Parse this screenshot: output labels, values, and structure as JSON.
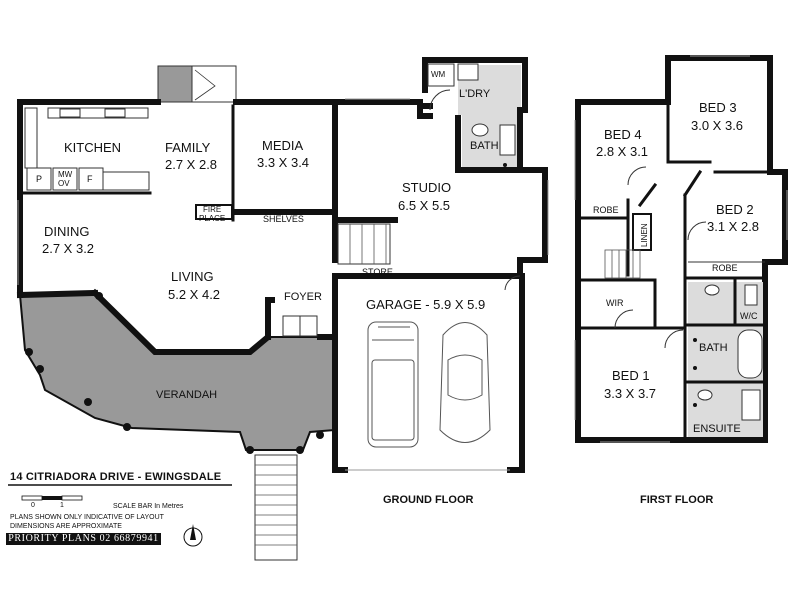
{
  "ground_floor": {
    "title": "GROUND FLOOR",
    "rooms": {
      "kitchen": "KITCHEN",
      "family": {
        "name": "FAMILY",
        "dims": "2.7 X 2.8"
      },
      "media": {
        "name": "MEDIA",
        "dims": "3.3 X 3.4"
      },
      "studio": {
        "name": "STUDIO",
        "dims": "6.5 X 5.5"
      },
      "dining": {
        "name": "DINING",
        "dims": "2.7 X 3.2"
      },
      "living": {
        "name": "LIVING",
        "dims": "5.2 X 4.2"
      },
      "garage": "GARAGE - 5.9 X 5.9",
      "verandah": "VERANDAH",
      "laundry": "L'DRY",
      "bath": "BATH",
      "foyer": "FOYER",
      "store": "STORE",
      "shelves": "SHELVES",
      "fireplace_line1": "FIRE",
      "fireplace_line2": "PLACE",
      "wm": "WM",
      "pantry": "P",
      "microwave_line1": "MW",
      "microwave_line2": "OV",
      "fridge": "F"
    }
  },
  "first_floor": {
    "title": "FIRST FLOOR",
    "rooms": {
      "bed4": {
        "name": "BED 4",
        "dims": "2.8 X 3.1"
      },
      "bed3": {
        "name": "BED 3",
        "dims": "3.0 X 3.6"
      },
      "bed2": {
        "name": "BED 2",
        "dims": "3.1 X 2.8"
      },
      "bed1": {
        "name": "BED 1",
        "dims": "3.3 X 3.7"
      },
      "robe_bed4": "ROBE",
      "robe_bed2": "ROBE",
      "linen": "LINEN",
      "wir": "WIR",
      "wc": "W/C",
      "bath": "BATH",
      "ensuite": "ENSUITE"
    }
  },
  "footer": {
    "address": "14 CITRIADORA DRIVE - EWINGSDALE",
    "scale_start": "0",
    "scale_end": "1",
    "scale_label": "SCALE BAR In Metres",
    "disclaimer_line1": "PLANS SHOWN ONLY INDICATIVE OF LAYOUT",
    "disclaimer_line2": "DIMENSIONS ARE APPROXIMATE",
    "brand": "PRIORITY PLANS 02 66879941"
  },
  "colors": {
    "wall": "#111111",
    "verandah_fill": "#999999",
    "wet_area_fill": "#dcdcdc",
    "background": "#ffffff"
  }
}
